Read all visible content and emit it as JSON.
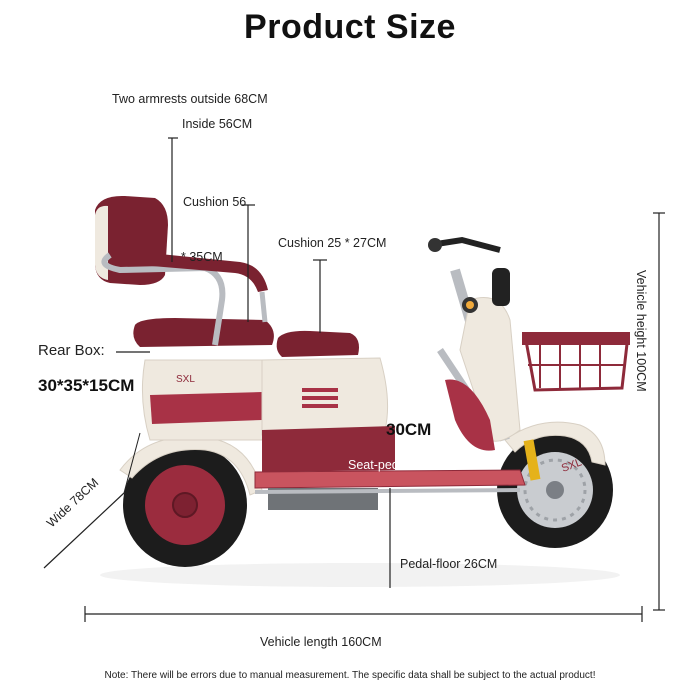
{
  "title": "Product Size",
  "labels": {
    "armrests_outside": "Two armrests outside 68CM",
    "armrests_inside": "Inside 56CM",
    "cushion_rear": "Cushion 56",
    "cushion_rear_depth": "* 35CM",
    "cushion_front": "Cushion 25 * 27CM",
    "rear_box_label": "Rear Box:",
    "rear_box_size": "30*35*15CM",
    "mid_30cm": "30CM",
    "seat_pedal": "Seat-pedal 40CM",
    "wide": "Wide 78CM",
    "pedal_floor": "Pedal-floor 26CM",
    "vehicle_length": "Vehicle length 160CM",
    "vehicle_height": "Vehicle height 100CM"
  },
  "badges": {
    "body_logo": "SXL",
    "fender_logo": "SXL"
  },
  "note": "Note: There will be errors due to manual measurement. The specific data shall be subject to the actual product!",
  "colors": {
    "body_cream": "#efe9df",
    "maroon": "#8e2a3a",
    "seat": "#7a2230",
    "frame": "#b9bcc1",
    "tire": "#1c1c1c",
    "accent_yellow": "#e5b21a"
  }
}
